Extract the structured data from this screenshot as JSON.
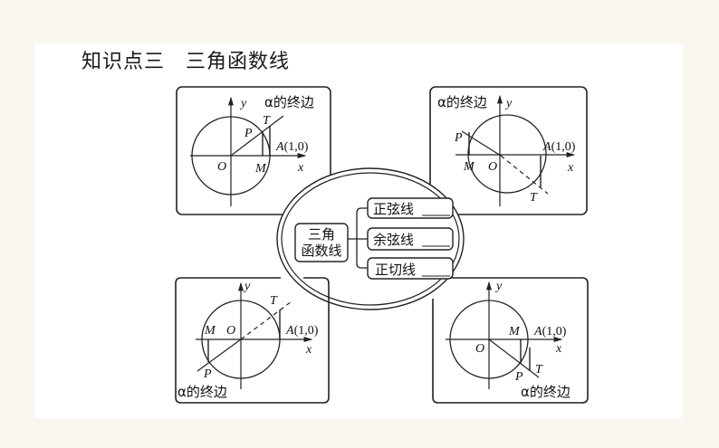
{
  "title": "知识点三　三角函数线",
  "center": {
    "root_label_line1": "三角",
    "root_label_line2": "函数线",
    "branches": [
      {
        "label": "正弦线",
        "blank": "____"
      },
      {
        "label": "余弦线",
        "blank": "____"
      },
      {
        "label": "正切线",
        "blank": "____"
      }
    ]
  },
  "quadrant_diagrams": [
    {
      "id": "q1",
      "terminal_side_label": "α的终边",
      "axis_x": "x",
      "axis_y": "y",
      "origin": "O",
      "point_P": "P",
      "point_M": "M",
      "point_T": "T",
      "point_A": "A(1,0)"
    },
    {
      "id": "q2",
      "terminal_side_label": "α的终边",
      "axis_x": "x",
      "axis_y": "y",
      "origin": "O",
      "point_P": "P",
      "point_M": "M",
      "point_T": "T",
      "point_A": "A(1,0)"
    },
    {
      "id": "q3",
      "terminal_side_label": "α的终边",
      "axis_x": "x",
      "axis_y": "y",
      "origin": "O",
      "point_P": "P",
      "point_M": "M",
      "point_T": "T",
      "point_A": "A(1,0)"
    },
    {
      "id": "q4",
      "terminal_side_label": "α的终边",
      "axis_x": "x",
      "axis_y": "y",
      "origin": "O",
      "point_P": "P",
      "point_M": "M",
      "point_T": "T",
      "point_A": "A(1,0)"
    }
  ],
  "colors": {
    "background": "#f9f6f0",
    "page": "#ffffff",
    "stroke": "#222222"
  }
}
